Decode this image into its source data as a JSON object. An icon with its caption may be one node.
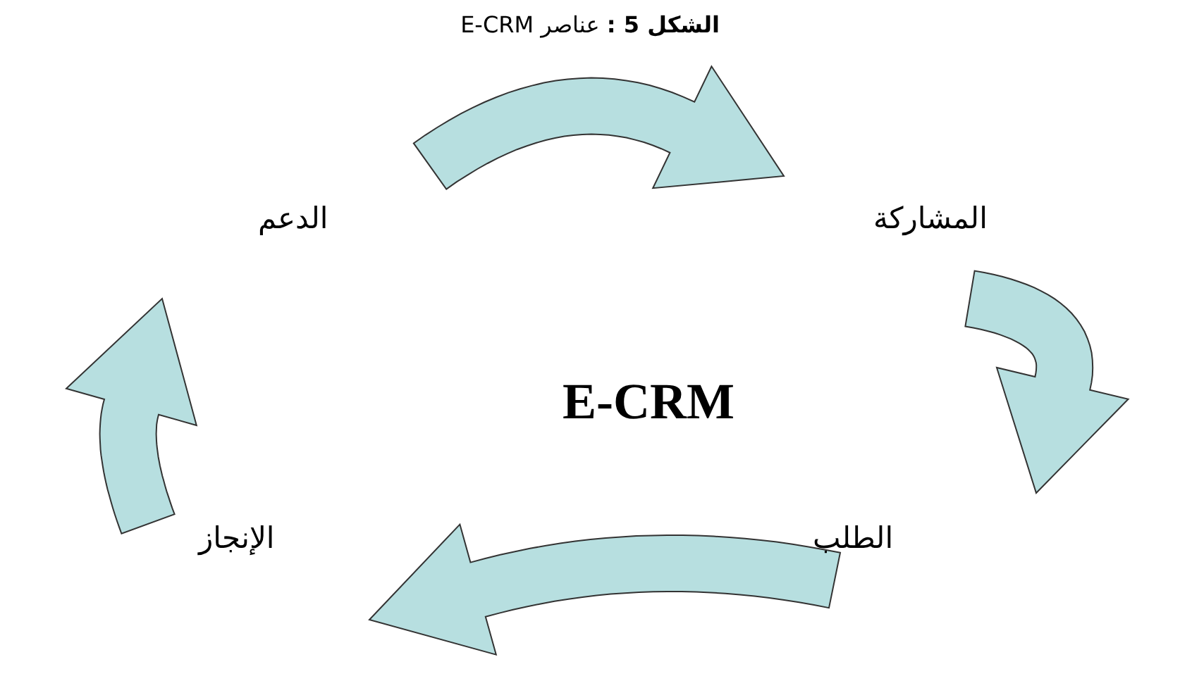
{
  "diagram": {
    "title": "**الشكل 5 :** عناصر E-CRM",
    "nodes": [
      {
        "text": [
          "المشاركة"
        ]
      },
      {
        "text": [
          "الطلب"
        ]
      },
      {
        "text": [
          "الإنجاز"
        ]
      },
      {
        "text": [
          "الدعم"
        ]
      }
    ],
    "edges": [
      {
        "from": 3,
        "to": 0,
        "arrow": "to"
      },
      {
        "from": 0,
        "to": 1,
        "arrow": "to"
      },
      {
        "from": 1,
        "to": 2,
        "arrow": "to"
      },
      {
        "from": 2,
        "to": 3,
        "arrow": "to"
      }
    ],
    "labels": [
      "E-CRM"
    ]
  }
}
